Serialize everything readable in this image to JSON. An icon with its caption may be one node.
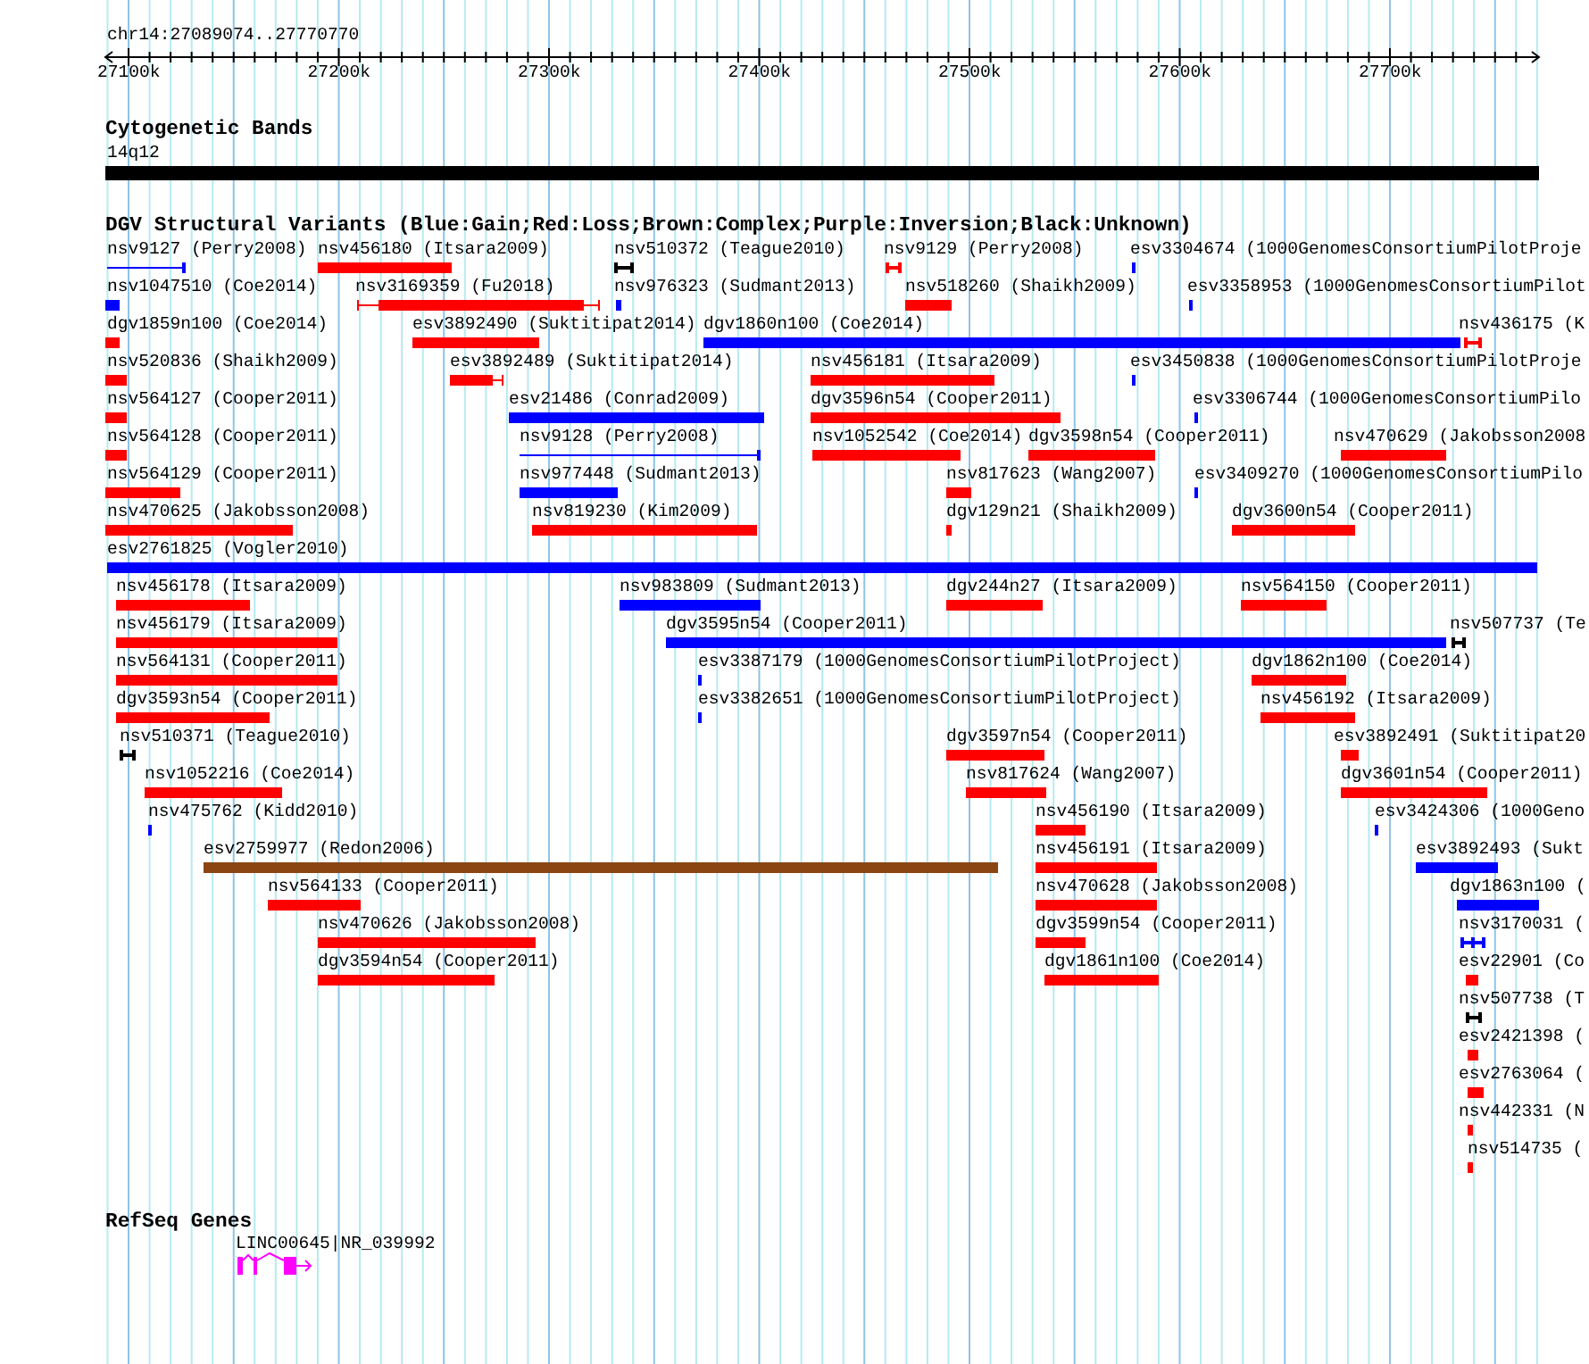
{
  "diagram": {
    "labels": [
      "chr14:27089074..27770770",
      "27100k",
      "27200k",
      "27300k",
      "27400k",
      "27500k",
      "27600k",
      "27700k",
      "Cytogenetic Bands",
      "14q12",
      "DGV Structural Variants (Blue:Gain;Red:Loss;Brown:Complex;Purple:Inversion;Black:Unknown)",
      "nsv9127 (Perry2008)",
      "nsv456180 (Itsara2009)",
      "nsv510372 (Teague2010)",
      "nsv9129 (Perry2008)",
      "esv3304674 (1000GenomesConsortiumPilotProje",
      "nsv1047510 (Coe2014)",
      "nsv3169359 (Fu2018)",
      "nsv976323 (Sudmant2013)",
      "nsv518260 (Shaikh2009)",
      "esv3358953 (1000GenomesConsortiumPilot",
      "dgv1859n100 (Coe2014)",
      "esv3892490 (Suktitipat2014)",
      "dgv1860n100 (Coe2014)",
      "nsv436175 (K",
      "nsv520836 (Shaikh2009)",
      "esv3892489 (Suktitipat2014)",
      "nsv456181 (Itsara2009)",
      "esv3450838 (1000GenomesConsortiumPilotProje",
      "nsv564127 (Cooper2011)",
      "esv21486 (Conrad2009)",
      "dgv3596n54 (Cooper2011)",
      "esv3306744 (1000GenomesConsortiumPilo",
      "nsv564128 (Cooper2011)",
      "nsv9128 (Perry2008)",
      "nsv1052542 (Coe2014)",
      "dgv3598n54 (Cooper2011)",
      "nsv470629 (Jakobsson2008",
      "nsv564129 (Cooper2011)",
      "nsv977448 (Sudmant2013)",
      "nsv817623 (Wang2007)",
      "esv3409270 (1000GenomesConsortiumPilo",
      "nsv470625 (Jakobsson2008)",
      "nsv819230 (Kim2009)",
      "dgv129n21 (Shaikh2009)",
      "dgv3600n54 (Cooper2011)",
      "esv2761825 (Vogler2010)",
      "nsv456178 (Itsara2009)",
      "nsv983809 (Sudmant2013)",
      "dgv244n27 (Itsara2009)",
      "nsv564150 (Cooper2011)",
      "nsv456179 (Itsara2009)",
      "dgv3595n54 (Cooper2011)",
      "nsv507737 (Te",
      "nsv564131 (Cooper2011)",
      "esv3387179 (1000GenomesConsortiumPilotProject)",
      "dgv1862n100 (Coe2014)",
      "dgv3593n54 (Cooper2011)",
      "esv3382651 (1000GenomesConsortiumPilotProject)",
      "nsv456192 (Itsara2009)",
      "nsv510371 (Teague2010)",
      "dgv3597n54 (Cooper2011)",
      "esv3892491 (Suktitipat20",
      "nsv1052216 (Coe2014)",
      "nsv817624 (Wang2007)",
      "dgv3601n54 (Cooper2011)",
      "nsv475762 (Kidd2010)",
      "nsv456190 (Itsara2009)",
      "esv3424306 (1000Geno",
      "esv2759977 (Redon2006)",
      "nsv456191 (Itsara2009)",
      "esv3892493 (Sukt",
      "nsv564133 (Cooper2011)",
      "nsv470628 (Jakobsson2008)",
      "dgv1863n100 (",
      "nsv470626 (Jakobsson2008)",
      "dgv3599n54 (Cooper2011)",
      "nsv3170031 (",
      "dgv3594n54 (Cooper2011)",
      "dgv1861n100 (Coe2014)",
      "esv22901 (Co",
      "nsv507738 (T",
      "esv2421398 (",
      "esv2763064 (",
      "nsv442331 (N",
      "nsv514735 (",
      "RefSeq Genes",
      "LINC00645|NR_039992"
    ]
  }
}
